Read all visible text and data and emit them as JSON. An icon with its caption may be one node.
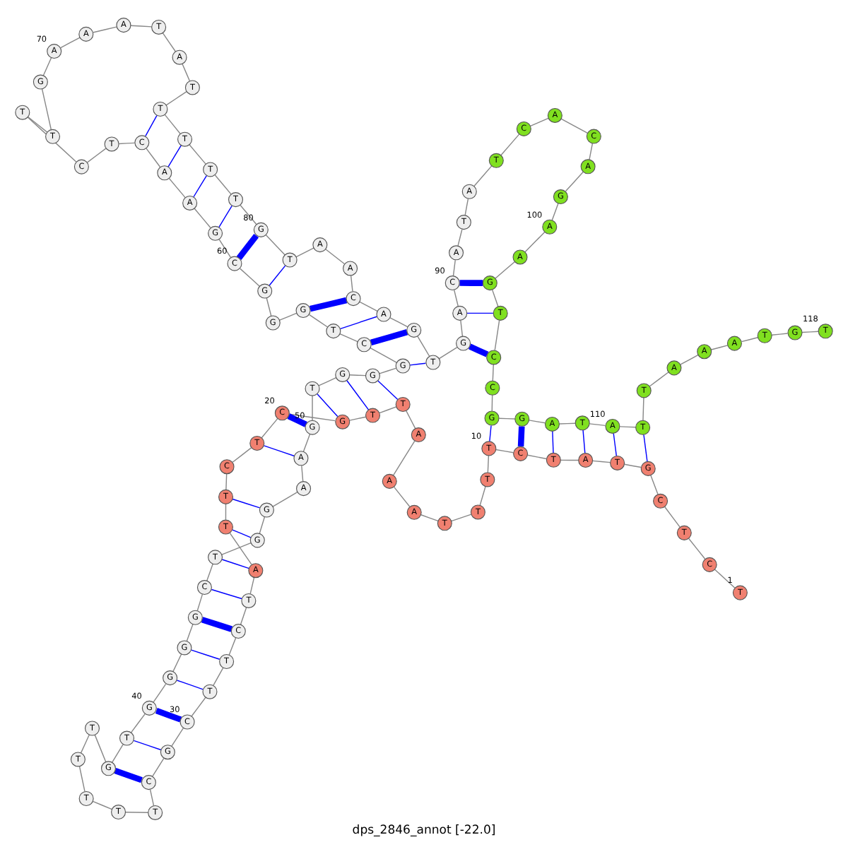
{
  "diagram": {
    "title": "dps_2846_annot [-22.0]",
    "nodes": [
      {
        "text": [
          "T"
        ],
        "beside": [
          "1"
        ]
      },
      {
        "text": [
          "C"
        ]
      },
      {
        "text": [
          "T"
        ]
      },
      {
        "text": [
          "C"
        ]
      },
      {
        "text": [
          "G"
        ]
      },
      {
        "text": [
          "T"
        ]
      },
      {
        "text": [
          "A"
        ]
      },
      {
        "text": [
          "T"
        ]
      },
      {
        "text": [
          "C"
        ]
      },
      {
        "text": [
          "T"
        ],
        "beside": [
          "10"
        ]
      },
      {
        "text": [
          "T"
        ]
      },
      {
        "text": [
          "T"
        ]
      },
      {
        "text": [
          "T"
        ]
      },
      {
        "text": [
          "A"
        ]
      },
      {
        "text": [
          "A"
        ]
      },
      {
        "text": [
          "A"
        ]
      },
      {
        "text": [
          "T"
        ]
      },
      {
        "text": [
          "T"
        ]
      },
      {
        "text": [
          "G"
        ]
      },
      {
        "text": [
          "C"
        ],
        "beside": [
          "20"
        ]
      },
      {
        "text": [
          "T"
        ]
      },
      {
        "text": [
          "C"
        ]
      },
      {
        "text": [
          "T"
        ]
      },
      {
        "text": [
          "T"
        ]
      },
      {
        "text": [
          "A"
        ]
      },
      {
        "text": [
          "T"
        ]
      },
      {
        "text": [
          "C"
        ]
      },
      {
        "text": [
          "T"
        ]
      },
      {
        "text": [
          "T"
        ]
      },
      {
        "text": [
          "C"
        ],
        "beside": [
          "30"
        ]
      },
      {
        "text": [
          "G"
        ]
      },
      {
        "text": [
          "C"
        ]
      },
      {
        "text": [
          "T"
        ]
      },
      {
        "text": [
          "T"
        ]
      },
      {
        "text": [
          "T"
        ]
      },
      {
        "text": [
          "T"
        ]
      },
      {
        "text": [
          "T"
        ]
      },
      {
        "text": [
          "G"
        ]
      },
      {
        "text": [
          "T"
        ]
      },
      {
        "text": [
          "G"
        ],
        "beside": [
          "40"
        ]
      },
      {
        "text": [
          "G"
        ]
      },
      {
        "text": [
          "G"
        ]
      },
      {
        "text": [
          "G"
        ]
      },
      {
        "text": [
          "C"
        ]
      },
      {
        "text": [
          "T"
        ]
      },
      {
        "text": [
          "G"
        ]
      },
      {
        "text": [
          "G"
        ]
      },
      {
        "text": [
          "A"
        ]
      },
      {
        "text": [
          "A"
        ]
      },
      {
        "text": [
          "G"
        ],
        "beside": [
          "50"
        ]
      },
      {
        "text": [
          "T"
        ]
      },
      {
        "text": [
          "G"
        ]
      },
      {
        "text": [
          "G"
        ]
      },
      {
        "text": [
          "G"
        ]
      },
      {
        "text": [
          "C"
        ]
      },
      {
        "text": [
          "T"
        ]
      },
      {
        "text": [
          "G"
        ]
      },
      {
        "text": [
          "G"
        ]
      },
      {
        "text": [
          "G"
        ]
      },
      {
        "text": [
          "C"
        ],
        "beside": [
          "60"
        ]
      },
      {
        "text": [
          "G"
        ]
      },
      {
        "text": [
          "A"
        ]
      },
      {
        "text": [
          "A"
        ]
      },
      {
        "text": [
          "C"
        ]
      },
      {
        "text": [
          "T"
        ]
      },
      {
        "text": [
          "C"
        ]
      },
      {
        "text": [
          "T"
        ]
      },
      {
        "text": [
          "T"
        ]
      },
      {
        "text": [
          "G"
        ]
      },
      {
        "text": [
          "A"
        ],
        "beside": [
          "70"
        ]
      },
      {
        "text": [
          "A"
        ]
      },
      {
        "text": [
          "A"
        ]
      },
      {
        "text": [
          "T"
        ]
      },
      {
        "text": [
          "A"
        ]
      },
      {
        "text": [
          "T"
        ]
      },
      {
        "text": [
          "T"
        ]
      },
      {
        "text": [
          "T"
        ]
      },
      {
        "text": [
          "T"
        ]
      },
      {
        "text": [
          "T"
        ]
      },
      {
        "text": [
          "G"
        ],
        "beside": [
          "80"
        ]
      },
      {
        "text": [
          "T"
        ]
      },
      {
        "text": [
          "A"
        ]
      },
      {
        "text": [
          "A"
        ]
      },
      {
        "text": [
          "C"
        ]
      },
      {
        "text": [
          "A"
        ]
      },
      {
        "text": [
          "G"
        ]
      },
      {
        "text": [
          "T"
        ]
      },
      {
        "text": [
          "G"
        ]
      },
      {
        "text": [
          "A"
        ]
      },
      {
        "text": [
          "C"
        ],
        "beside": [
          "90"
        ]
      },
      {
        "text": [
          "A"
        ]
      },
      {
        "text": [
          "T"
        ]
      },
      {
        "text": [
          "A"
        ]
      },
      {
        "text": [
          "T"
        ]
      },
      {
        "text": [
          "C"
        ]
      },
      {
        "text": [
          "A"
        ]
      },
      {
        "text": [
          "C"
        ]
      },
      {
        "text": [
          "A"
        ]
      },
      {
        "text": [
          "G"
        ]
      },
      {
        "text": [
          "A"
        ],
        "beside": [
          "100"
        ]
      },
      {
        "text": [
          "A"
        ]
      },
      {
        "text": [
          "G"
        ]
      },
      {
        "text": [
          "T"
        ]
      },
      {
        "text": [
          "C"
        ]
      },
      {
        "text": [
          "C"
        ]
      },
      {
        "text": [
          "G"
        ]
      },
      {
        "text": [
          "G"
        ]
      },
      {
        "text": [
          "A"
        ]
      },
      {
        "text": [
          "T"
        ]
      },
      {
        "text": [
          "A"
        ],
        "beside": [
          "110"
        ]
      },
      {
        "text": [
          "T"
        ]
      },
      {
        "text": [
          "T"
        ]
      },
      {
        "text": [
          "A"
        ]
      },
      {
        "text": [
          "A"
        ]
      },
      {
        "text": [
          "A"
        ]
      },
      {
        "text": [
          "T"
        ]
      },
      {
        "text": [
          "G"
        ]
      },
      {
        "text": [
          "T"
        ],
        "beside": [
          "118"
        ]
      }
    ],
    "edges": [
      {
        "from": 0,
        "to": 1,
        "arrow": "none"
      },
      {
        "from": 1,
        "to": 2,
        "arrow": "none"
      },
      {
        "from": 2,
        "to": 3,
        "arrow": "none"
      },
      {
        "from": 3,
        "to": 4,
        "arrow": "none"
      },
      {
        "from": 4,
        "to": 5,
        "arrow": "none"
      },
      {
        "from": 5,
        "to": 6,
        "arrow": "none"
      },
      {
        "from": 6,
        "to": 7,
        "arrow": "none"
      },
      {
        "from": 7,
        "to": 8,
        "arrow": "none"
      },
      {
        "from": 8,
        "to": 9,
        "arrow": "none"
      },
      {
        "from": 9,
        "to": 10,
        "arrow": "none"
      },
      {
        "from": 10,
        "to": 11,
        "arrow": "none"
      },
      {
        "from": 11,
        "to": 12,
        "arrow": "none"
      },
      {
        "from": 12,
        "to": 13,
        "arrow": "none"
      },
      {
        "from": 13,
        "to": 14,
        "arrow": "none"
      },
      {
        "from": 14,
        "to": 15,
        "arrow": "none"
      },
      {
        "from": 15,
        "to": 16,
        "arrow": "none"
      },
      {
        "from": 16,
        "to": 17,
        "arrow": "none"
      },
      {
        "from": 17,
        "to": 18,
        "arrow": "none"
      },
      {
        "from": 18,
        "to": 19,
        "arrow": "none"
      },
      {
        "from": 19,
        "to": 20,
        "arrow": "none"
      },
      {
        "from": 20,
        "to": 21,
        "arrow": "none"
      },
      {
        "from": 21,
        "to": 22,
        "arrow": "none"
      },
      {
        "from": 22,
        "to": 23,
        "arrow": "none"
      },
      {
        "from": 23,
        "to": 24,
        "arrow": "none"
      },
      {
        "from": 24,
        "to": 25,
        "arrow": "none"
      },
      {
        "from": 25,
        "to": 26,
        "arrow": "none"
      },
      {
        "from": 26,
        "to": 27,
        "arrow": "none"
      },
      {
        "from": 27,
        "to": 28,
        "arrow": "none"
      },
      {
        "from": 28,
        "to": 29,
        "arrow": "none"
      },
      {
        "from": 29,
        "to": 30,
        "arrow": "none"
      },
      {
        "from": 30,
        "to": 31,
        "arrow": "none"
      },
      {
        "from": 31,
        "to": 32,
        "arrow": "none"
      },
      {
        "from": 32,
        "to": 33,
        "arrow": "none"
      },
      {
        "from": 33,
        "to": 34,
        "arrow": "none"
      },
      {
        "from": 34,
        "to": 35,
        "arrow": "none"
      },
      {
        "from": 35,
        "to": 36,
        "arrow": "none"
      },
      {
        "from": 36,
        "to": 37,
        "arrow": "none"
      },
      {
        "from": 37,
        "to": 38,
        "arrow": "none"
      },
      {
        "from": 38,
        "to": 39,
        "arrow": "none"
      },
      {
        "from": 39,
        "to": 40,
        "arrow": "none"
      },
      {
        "from": 40,
        "to": 41,
        "arrow": "none"
      },
      {
        "from": 41,
        "to": 42,
        "arrow": "none"
      },
      {
        "from": 42,
        "to": 43,
        "arrow": "none"
      },
      {
        "from": 43,
        "to": 44,
        "arrow": "none"
      },
      {
        "from": 44,
        "to": 45,
        "arrow": "none"
      },
      {
        "from": 45,
        "to": 46,
        "arrow": "none"
      },
      {
        "from": 46,
        "to": 47,
        "arrow": "none"
      },
      {
        "from": 47,
        "to": 48,
        "arrow": "none"
      },
      {
        "from": 48,
        "to": 49,
        "arrow": "none"
      },
      {
        "from": 49,
        "to": 50,
        "arrow": "none"
      },
      {
        "from": 50,
        "to": 51,
        "arrow": "none"
      },
      {
        "from": 51,
        "to": 52,
        "arrow": "none"
      },
      {
        "from": 52,
        "to": 53,
        "arrow": "none"
      },
      {
        "from": 53,
        "to": 54,
        "arrow": "none"
      },
      {
        "from": 54,
        "to": 55,
        "arrow": "none"
      },
      {
        "from": 55,
        "to": 56,
        "arrow": "none"
      },
      {
        "from": 56,
        "to": 57,
        "arrow": "none"
      },
      {
        "from": 57,
        "to": 58,
        "arrow": "none"
      },
      {
        "from": 58,
        "to": 59,
        "arrow": "none"
      },
      {
        "from": 59,
        "to": 60,
        "arrow": "none"
      },
      {
        "from": 60,
        "to": 61,
        "arrow": "none"
      },
      {
        "from": 61,
        "to": 62,
        "arrow": "none"
      },
      {
        "from": 62,
        "to": 63,
        "arrow": "none"
      },
      {
        "from": 63,
        "to": 64,
        "arrow": "none"
      },
      {
        "from": 64,
        "to": 65,
        "arrow": "none"
      },
      {
        "from": 65,
        "to": 66,
        "arrow": "none"
      },
      {
        "from": 66,
        "to": 67,
        "arrow": "none"
      },
      {
        "from": 67,
        "to": 68,
        "arrow": "none"
      },
      {
        "from": 68,
        "to": 69,
        "arrow": "none"
      },
      {
        "from": 69,
        "to": 70,
        "arrow": "none"
      },
      {
        "from": 70,
        "to": 71,
        "arrow": "none"
      },
      {
        "from": 71,
        "to": 72,
        "arrow": "none"
      },
      {
        "from": 72,
        "to": 73,
        "arrow": "none"
      },
      {
        "from": 73,
        "to": 74,
        "arrow": "none"
      },
      {
        "from": 74,
        "to": 75,
        "arrow": "none"
      },
      {
        "from": 75,
        "to": 76,
        "arrow": "none"
      },
      {
        "from": 76,
        "to": 77,
        "arrow": "none"
      },
      {
        "from": 77,
        "to": 78,
        "arrow": "none"
      },
      {
        "from": 78,
        "to": 79,
        "arrow": "none"
      },
      {
        "from": 79,
        "to": 80,
        "arrow": "none"
      },
      {
        "from": 80,
        "to": 81,
        "arrow": "none"
      },
      {
        "from": 81,
        "to": 82,
        "arrow": "none"
      },
      {
        "from": 82,
        "to": 83,
        "arrow": "none"
      },
      {
        "from": 83,
        "to": 84,
        "arrow": "none"
      },
      {
        "from": 84,
        "to": 85,
        "arrow": "none"
      },
      {
        "from": 85,
        "to": 86,
        "arrow": "none"
      },
      {
        "from": 86,
        "to": 87,
        "arrow": "none"
      },
      {
        "from": 87,
        "to": 88,
        "arrow": "none"
      },
      {
        "from": 88,
        "to": 89,
        "arrow": "none"
      },
      {
        "from": 89,
        "to": 90,
        "arrow": "none"
      },
      {
        "from": 90,
        "to": 91,
        "arrow": "none"
      },
      {
        "from": 91,
        "to": 92,
        "arrow": "none"
      },
      {
        "from": 92,
        "to": 93,
        "arrow": "none"
      },
      {
        "from": 93,
        "to": 94,
        "arrow": "none"
      },
      {
        "from": 94,
        "to": 95,
        "arrow": "none"
      },
      {
        "from": 95,
        "to": 96,
        "arrow": "none"
      },
      {
        "from": 96,
        "to": 97,
        "arrow": "none"
      },
      {
        "from": 97,
        "to": 98,
        "arrow": "none"
      },
      {
        "from": 98,
        "to": 99,
        "arrow": "none"
      },
      {
        "from": 99,
        "to": 100,
        "arrow": "none"
      },
      {
        "from": 100,
        "to": 101,
        "arrow": "none"
      },
      {
        "from": 101,
        "to": 102,
        "arrow": "none"
      },
      {
        "from": 102,
        "to": 103,
        "arrow": "none"
      },
      {
        "from": 103,
        "to": 104,
        "arrow": "none"
      },
      {
        "from": 104,
        "to": 105,
        "arrow": "none"
      },
      {
        "from": 105,
        "to": 106,
        "arrow": "none"
      },
      {
        "from": 106,
        "to": 107,
        "arrow": "none"
      },
      {
        "from": 107,
        "to": 108,
        "arrow": "none"
      },
      {
        "from": 108,
        "to": 109,
        "arrow": "none"
      },
      {
        "from": 109,
        "to": 110,
        "arrow": "none"
      },
      {
        "from": 110,
        "to": 111,
        "arrow": "none"
      },
      {
        "from": 111,
        "to": 112,
        "arrow": "none"
      },
      {
        "from": 112,
        "to": 113,
        "arrow": "none"
      },
      {
        "from": 113,
        "to": 114,
        "arrow": "none"
      },
      {
        "from": 114,
        "to": 115,
        "arrow": "none"
      },
      {
        "from": 115,
        "to": 116,
        "arrow": "none"
      },
      {
        "from": 116,
        "to": 117,
        "arrow": "none"
      },
      {
        "from": 4,
        "to": 110,
        "arrow": "none",
        "color": "#0000ff"
      },
      {
        "from": 5,
        "to": 109,
        "arrow": "none",
        "color": "#0000ff"
      },
      {
        "from": 6,
        "to": 108,
        "arrow": "none",
        "color": "#0000ff"
      },
      {
        "from": 7,
        "to": 107,
        "arrow": "none",
        "color": "#0000ff"
      },
      {
        "from": 8,
        "to": 106,
        "arrow": "none",
        "style": "thick",
        "color": "#0000ff"
      },
      {
        "from": 9,
        "to": 105,
        "arrow": "none",
        "color": "#0000ff"
      },
      {
        "from": 16,
        "to": 52,
        "arrow": "none",
        "color": "#0000ff"
      },
      {
        "from": 17,
        "to": 51,
        "arrow": "none",
        "color": "#0000ff"
      },
      {
        "from": 18,
        "to": 50,
        "arrow": "none",
        "color": "#0000ff"
      },
      {
        "from": 19,
        "to": 49,
        "arrow": "none",
        "style": "thick",
        "color": "#0000ff"
      },
      {
        "from": 20,
        "to": 48,
        "arrow": "none",
        "color": "#0000ff"
      },
      {
        "from": 22,
        "to": 46,
        "arrow": "none",
        "color": "#0000ff"
      },
      {
        "from": 23,
        "to": 45,
        "arrow": "none",
        "color": "#0000ff"
      },
      {
        "from": 24,
        "to": 44,
        "arrow": "none",
        "color": "#0000ff"
      },
      {
        "from": 25,
        "to": 43,
        "arrow": "none",
        "color": "#0000ff"
      },
      {
        "from": 26,
        "to": 42,
        "arrow": "none",
        "style": "thick",
        "color": "#0000ff"
      },
      {
        "from": 27,
        "to": 41,
        "arrow": "none",
        "color": "#0000ff"
      },
      {
        "from": 28,
        "to": 40,
        "arrow": "none",
        "color": "#0000ff"
      },
      {
        "from": 29,
        "to": 39,
        "arrow": "none",
        "style": "thick",
        "color": "#0000ff"
      },
      {
        "from": 30,
        "to": 38,
        "arrow": "none",
        "color": "#0000ff"
      },
      {
        "from": 31,
        "to": 37,
        "arrow": "none",
        "style": "thick",
        "color": "#0000ff"
      },
      {
        "from": 53,
        "to": 86,
        "arrow": "none",
        "color": "#0000ff"
      },
      {
        "from": 54,
        "to": 85,
        "arrow": "none",
        "style": "thick",
        "color": "#0000ff"
      },
      {
        "from": 55,
        "to": 84,
        "arrow": "none",
        "color": "#0000ff"
      },
      {
        "from": 56,
        "to": 83,
        "arrow": "none",
        "style": "thick",
        "color": "#0000ff"
      },
      {
        "from": 58,
        "to": 80,
        "arrow": "none",
        "color": "#0000ff"
      },
      {
        "from": 59,
        "to": 79,
        "arrow": "none",
        "style": "thick",
        "color": "#0000ff"
      },
      {
        "from": 60,
        "to": 78,
        "arrow": "none",
        "color": "#0000ff"
      },
      {
        "from": 61,
        "to": 77,
        "arrow": "none",
        "color": "#0000ff"
      },
      {
        "from": 62,
        "to": 76,
        "arrow": "none",
        "color": "#0000ff"
      },
      {
        "from": 63,
        "to": 75,
        "arrow": "none",
        "color": "#0000ff"
      },
      {
        "from": 87,
        "to": 103,
        "arrow": "none",
        "style": "thick",
        "color": "#0000ff"
      },
      {
        "from": 88,
        "to": 102,
        "arrow": "none",
        "color": "#0000ff"
      },
      {
        "from": 89,
        "to": 101,
        "arrow": "none",
        "style": "thick",
        "color": "#0000ff"
      }
    ]
  }
}
